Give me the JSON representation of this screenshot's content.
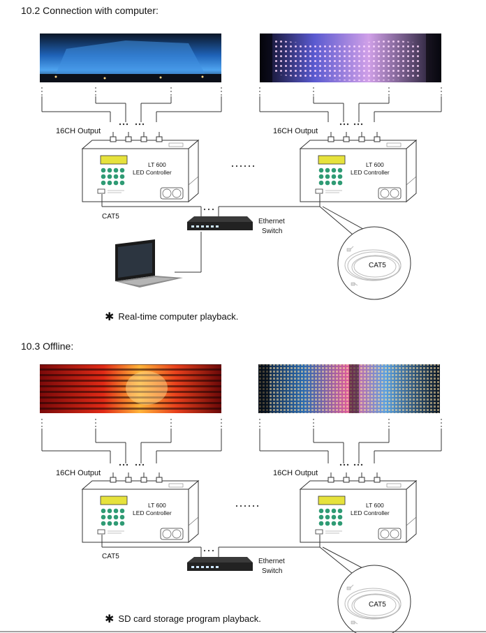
{
  "sections": [
    {
      "heading": "10.2  Connection with computer:",
      "output_label_left": "16CH Output",
      "output_label_right": "16CH Output",
      "controller_model": "LT 600",
      "controller_name": "LED Controller",
      "cable_label": "CAT5",
      "switch_label_line1": "Ethernet",
      "switch_label_line2": "Switch",
      "coil_label": "CAT5",
      "caption": "Real-time computer playback."
    },
    {
      "heading": "10.3  Offline:",
      "output_label_left": "16CH Output",
      "output_label_right": "16CH Output",
      "controller_model": "LT 600",
      "controller_name": "LED Controller",
      "cable_label": "CAT5",
      "switch_label_line1": "Ethernet",
      "switch_label_line2": "Switch",
      "coil_label": "CAT5",
      "caption": "SD card storage program playback."
    }
  ],
  "caption_mark": "✱",
  "colors": {
    "accent_green": "#2f9b74",
    "lcd_yellow": "#e6e23c",
    "line": "#333333"
  }
}
